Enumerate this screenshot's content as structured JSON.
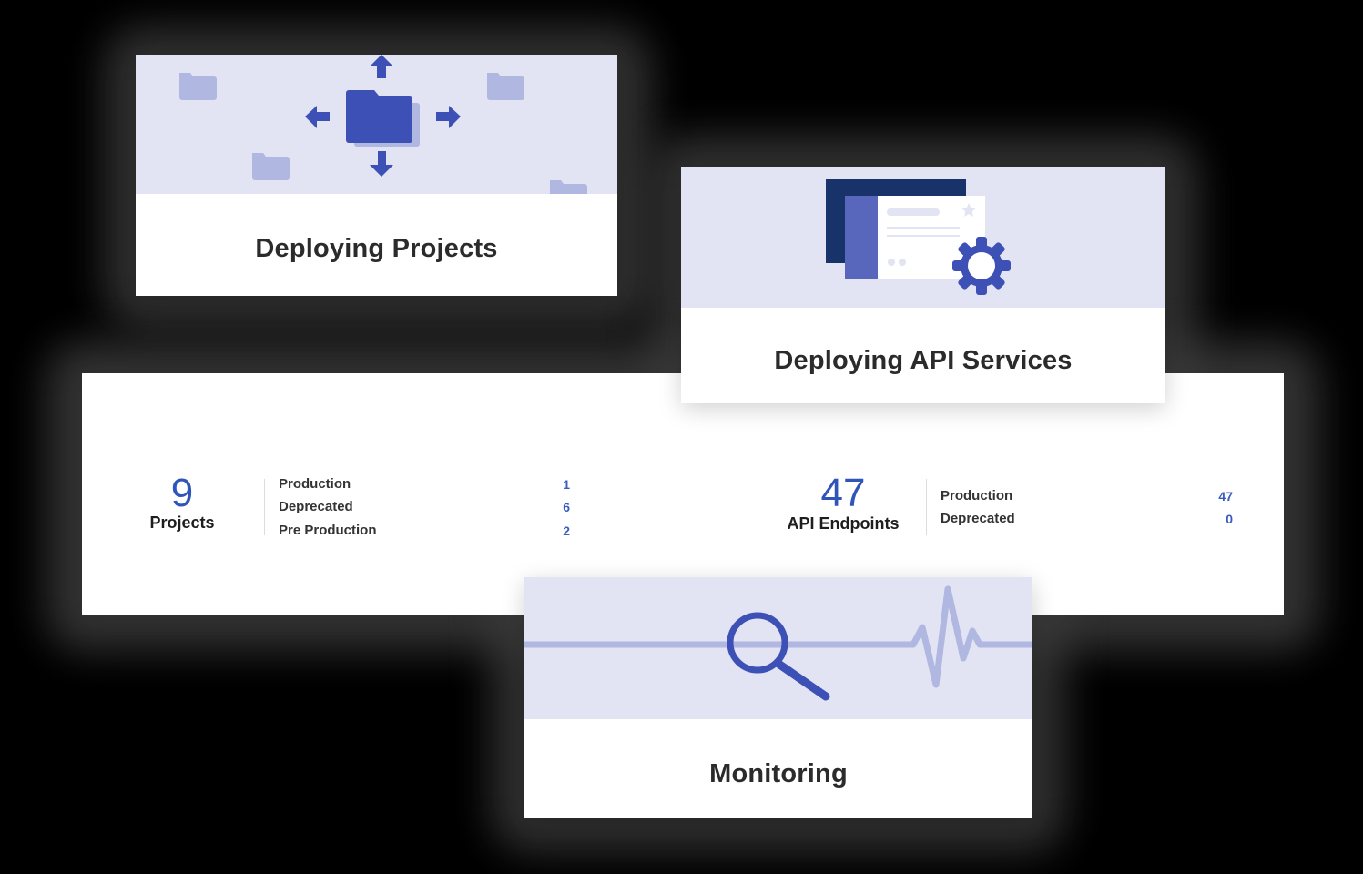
{
  "cards": {
    "deploying_projects": {
      "title": "Deploying Projects",
      "icon": "folder-expand-icon"
    },
    "deploying_api": {
      "title": "Deploying API Services",
      "icon": "api-window-gear-icon"
    },
    "monitoring": {
      "title": "Monitoring",
      "icon": "magnifier-heartbeat-icon"
    }
  },
  "stats": {
    "projects": {
      "total": "9",
      "label": "Projects",
      "rows": [
        {
          "label": "Production",
          "value": "1"
        },
        {
          "label": "Deprecated",
          "value": "6"
        },
        {
          "label": "Pre Production",
          "value": "2"
        }
      ]
    },
    "api_endpoints": {
      "total": "47",
      "label": "API Endpoints",
      "rows": [
        {
          "label": "Production",
          "value": "47"
        },
        {
          "label": "Deprecated",
          "value": "0"
        }
      ]
    }
  },
  "colors": {
    "accent": "#3d50b5",
    "accent_light": "#b0b7e0",
    "banner_bg": "#e2e3f3",
    "navy": "#17336a",
    "number_blue": "#2f55b8"
  }
}
